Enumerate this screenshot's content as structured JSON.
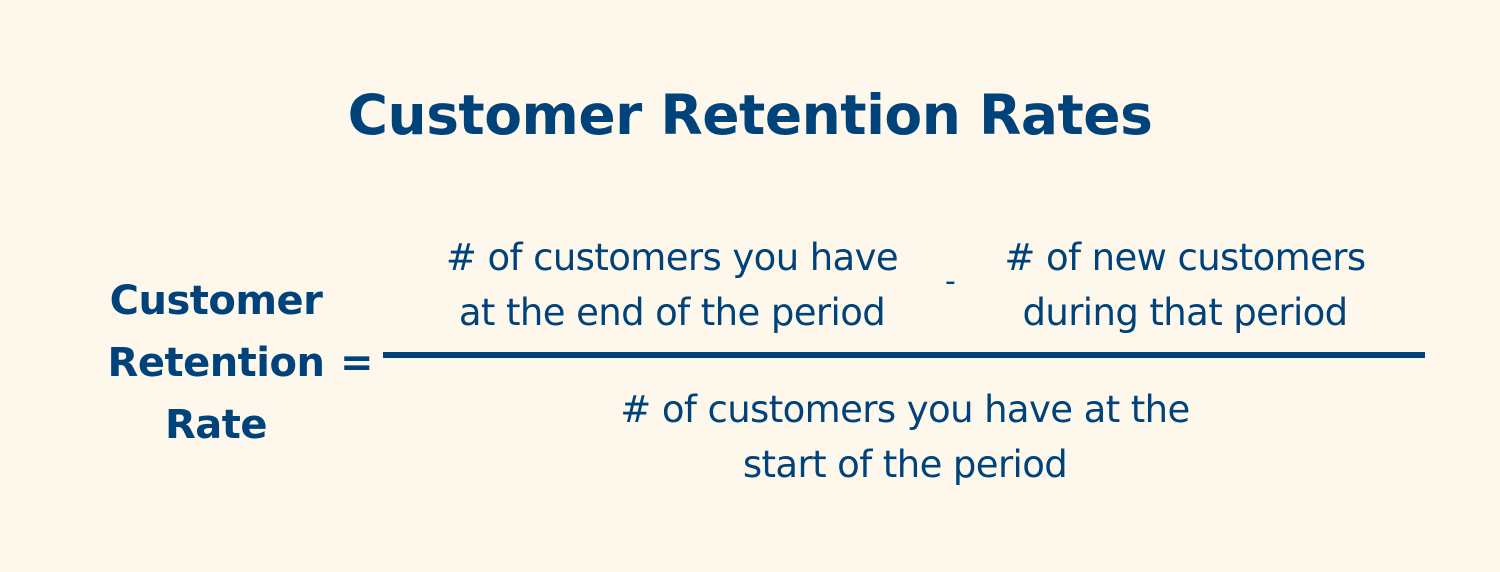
{
  "title": "Customer Retention Rates",
  "formula": {
    "lhs": {
      "lines": [
        "Customer",
        "Retention",
        "Rate"
      ],
      "equals": "="
    },
    "numerator": {
      "term1": [
        "# of customers you have",
        "at the end of the period"
      ],
      "operator": "-",
      "term2": [
        "# of new customers",
        "during that period"
      ]
    },
    "denominator": [
      "# of customers you have at the",
      "start of the period"
    ]
  },
  "colors": {
    "background": "#FDF7EC",
    "text": "#00427A",
    "fraction_line": "#00427A"
  }
}
